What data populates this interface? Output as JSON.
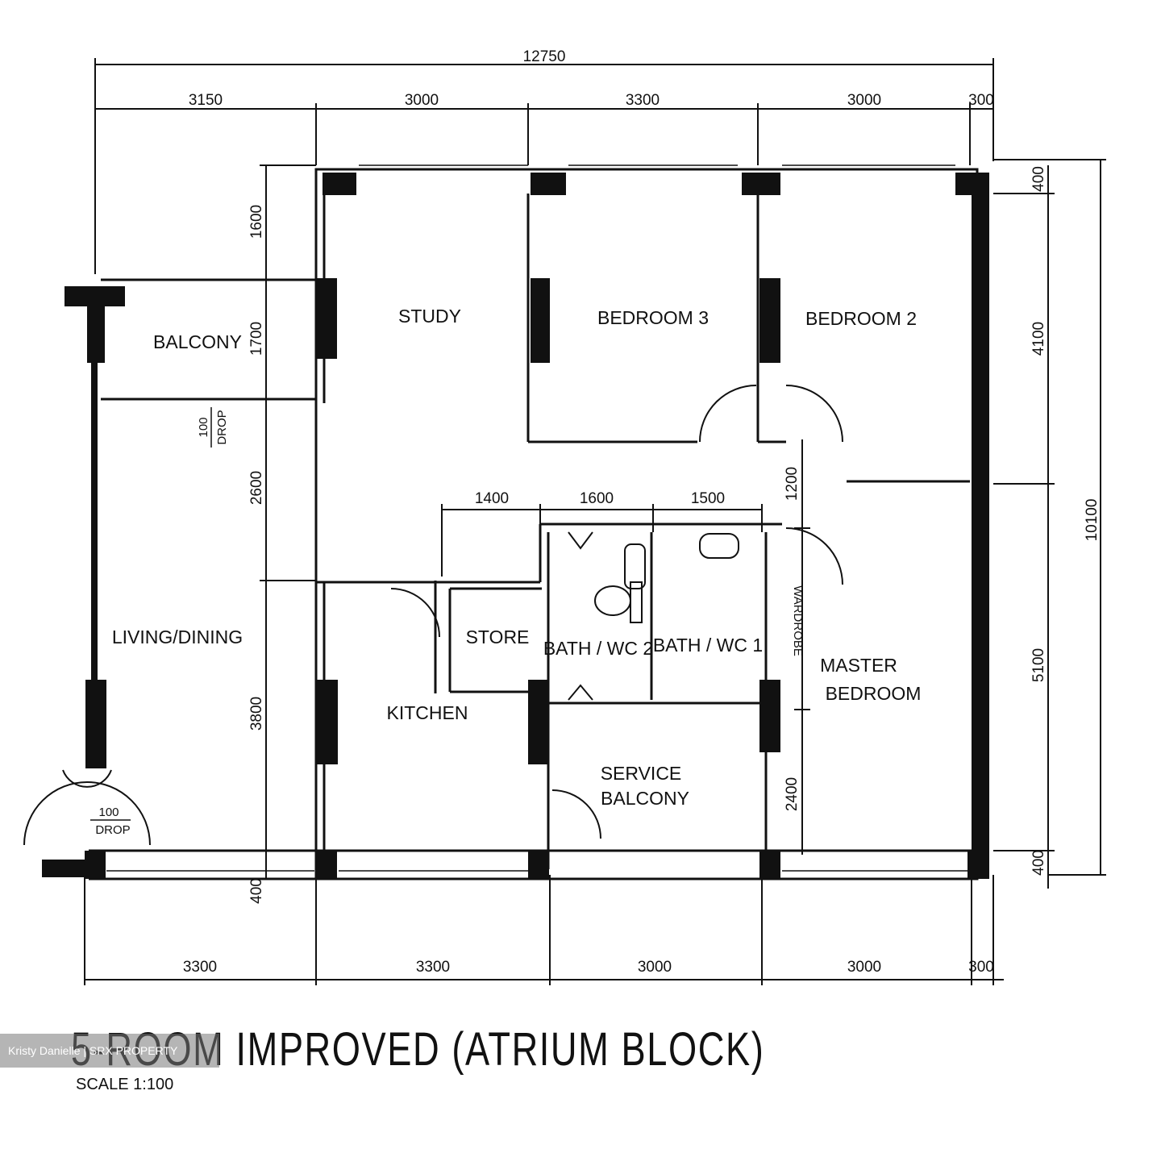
{
  "dimensions": {
    "top_total": "12750",
    "top_segments": [
      "3150",
      "3000",
      "3300",
      "3000",
      "300"
    ],
    "bottom_segments": [
      "3300",
      "3300",
      "3000",
      "3000",
      "300"
    ],
    "left_segments": [
      "1600",
      "1700",
      "2600",
      "3800",
      "400"
    ],
    "right_total": "10100",
    "right_segments": [
      "400",
      "4100",
      "5100",
      "400"
    ],
    "inner_top": [
      "1400",
      "1600",
      "1500"
    ],
    "inner_vertical": [
      "1200",
      "2400"
    ]
  },
  "rooms": {
    "study": "STUDY",
    "bedroom3": "BEDROOM  3",
    "bedroom2": "BEDROOM  2",
    "balcony": "BALCONY",
    "living_dining": "LIVING/DINING",
    "store": "STORE",
    "bath2": "BATH / WC 2",
    "bath1": "BATH / WC 1",
    "master_bedroom_1": "MASTER",
    "master_bedroom_2": "BEDROOM",
    "kitchen": "KITCHEN",
    "service_balcony_1": "SERVICE",
    "service_balcony_2": "BALCONY",
    "wardrobe": "WARDROBE"
  },
  "notes": {
    "drop_top_value": "100",
    "drop_top_label": "DROP",
    "drop_bottom_value": "100",
    "drop_bottom_label": "DROP"
  },
  "title": "5-ROOM  IMPROVED  (ATRIUM  BLOCK)",
  "scale": "SCALE    1:100",
  "watermark": "Kristy Danielle | SRX PROPERTY"
}
